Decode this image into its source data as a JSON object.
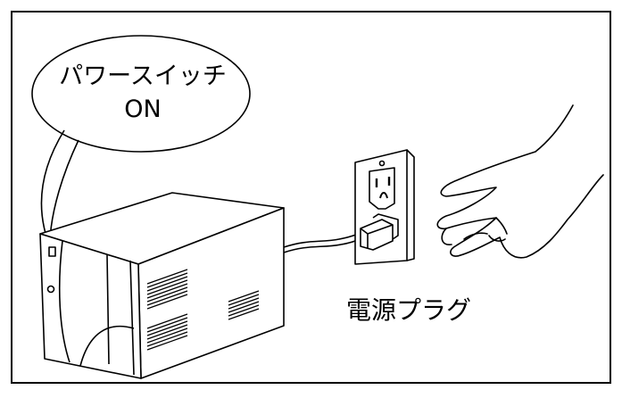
{
  "callout": {
    "line1": "パワースイッチ",
    "line2": "ON"
  },
  "plug_label": "電源プラグ",
  "colors": {
    "stroke": "#000000",
    "background": "#ffffff"
  }
}
